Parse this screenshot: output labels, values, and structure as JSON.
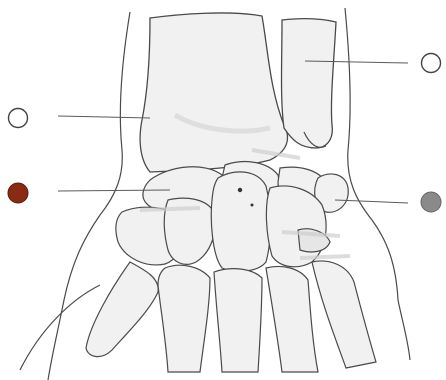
{
  "diagram": {
    "subject": "wrist-bones-dorsal-view",
    "colors": {
      "bone_fill": "#f1f1f1",
      "bone_shade": "#d9d9d9",
      "outline": "#4a4a4a",
      "leader_line": "#5a5a5a",
      "marker_hollow": "#ffffff",
      "marker_red": "#8b2a12",
      "marker_gray": "#8a8a8a",
      "marker_stroke": "#444444"
    },
    "markers": [
      {
        "id": "upper-left",
        "style": "hollow"
      },
      {
        "id": "upper-right",
        "style": "hollow"
      },
      {
        "id": "lower-left",
        "style": "filled-red"
      },
      {
        "id": "lower-right",
        "style": "filled-gray"
      }
    ]
  }
}
